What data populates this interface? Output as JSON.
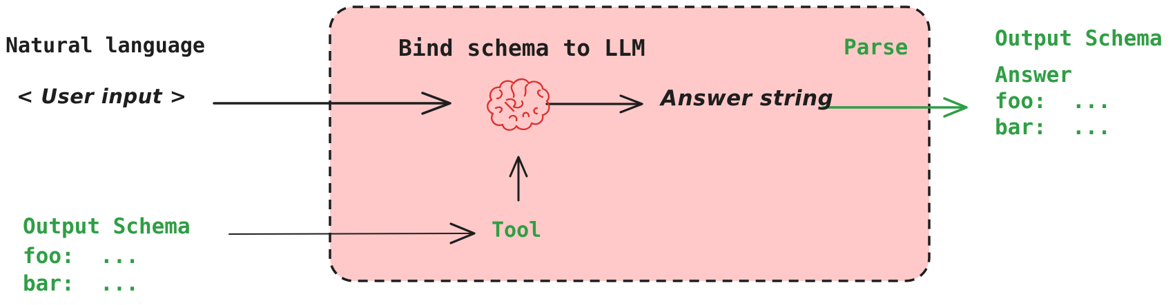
{
  "colors": {
    "background": "#ffffff",
    "ink": "#1e1e1e",
    "box_fill": "#ffc9c9",
    "green": "#2f9e44",
    "brain_red": "#e03131"
  },
  "labels": {
    "natural_language": "Natural language",
    "user_input": "< User input >",
    "bind_schema": "Bind schema to LLM",
    "parse": "Parse",
    "answer_string": "Answer string",
    "tool": "Tool",
    "input_schema": {
      "title": "Output Schema",
      "foo": "foo:  ...",
      "bar": "bar:  ..."
    },
    "output_result": {
      "title": "Output Schema",
      "answer": "Answer",
      "foo": "foo:  ...",
      "bar": "bar:  ..."
    }
  },
  "icons": {
    "brain": "brain-icon"
  },
  "flow": [
    {
      "from": "user-input",
      "to": "llm-brain",
      "color": "black"
    },
    {
      "from": "output-schema-input",
      "to": "tool",
      "color": "black"
    },
    {
      "from": "tool",
      "to": "llm-brain",
      "color": "black"
    },
    {
      "from": "llm-brain",
      "to": "answer-string",
      "color": "black"
    },
    {
      "from": "answer-string",
      "to": "parsed-output-schema",
      "color": "green"
    }
  ]
}
